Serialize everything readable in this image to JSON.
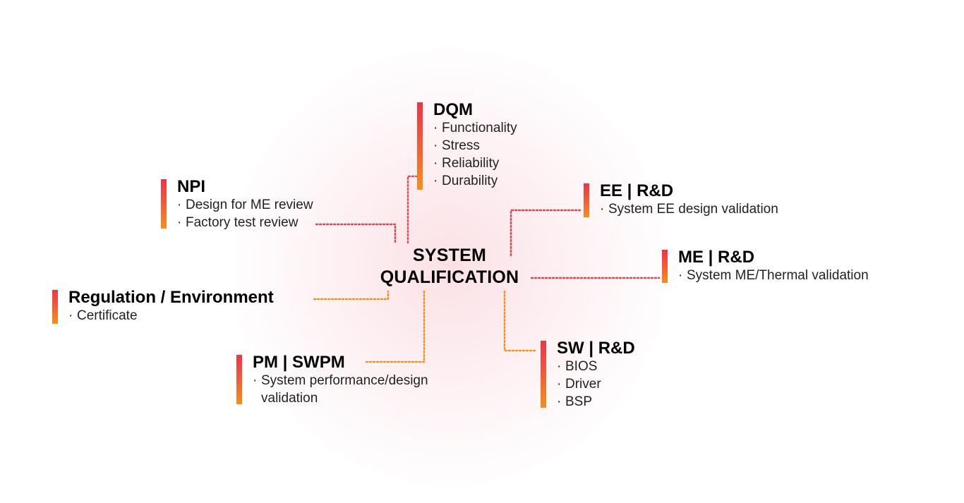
{
  "center": {
    "line1": "SYSTEM",
    "line2": "QUALIFICATION"
  },
  "nodes": {
    "dqm": {
      "title": "DQM",
      "items": [
        "Functionality",
        "Stress",
        "Reliability",
        "Durability"
      ]
    },
    "npi": {
      "title": "NPI",
      "items": [
        "Design for ME review",
        "Factory test review"
      ]
    },
    "ee": {
      "title": "EE | R&D",
      "items": [
        "System EE design validation"
      ]
    },
    "me": {
      "title": "ME | R&D",
      "items": [
        "System ME/Thermal validation"
      ]
    },
    "regulation": {
      "title": "Regulation / Environment",
      "items": [
        "Certificate"
      ]
    },
    "pm": {
      "title": "PM | SWPM",
      "items": [
        "System performance/design",
        "validation"
      ]
    },
    "sw": {
      "title": "SW | R&D",
      "items": [
        "BIOS",
        "Driver",
        "BSP"
      ]
    }
  },
  "bullet": "·",
  "colors": {
    "bar_top": "#ee3446",
    "bar_bottom": "#f5901a",
    "connector_red": "#ee3e4a",
    "connector_orange": "#f5901a"
  }
}
